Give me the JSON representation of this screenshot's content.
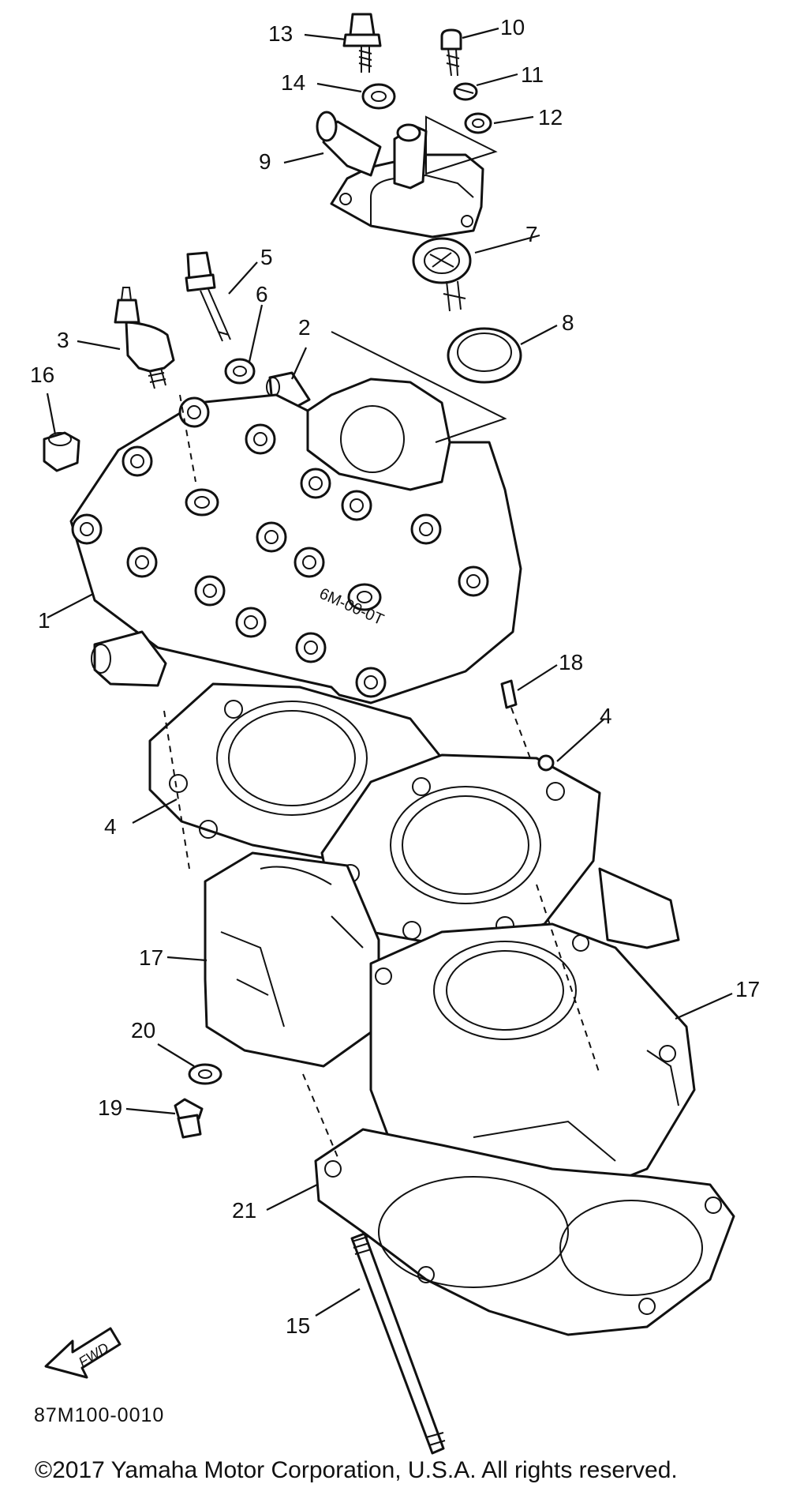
{
  "callouts": [
    "1",
    "2",
    "3",
    "4",
    "4",
    "5",
    "6",
    "7",
    "8",
    "9",
    "10",
    "11",
    "12",
    "13",
    "14",
    "15",
    "16",
    "17",
    "17",
    "18",
    "19",
    "20",
    "21"
  ],
  "head_stamp": "6M-00-0T",
  "fwd_label": "FWD",
  "diagram_code": "87M100-0010",
  "copyright": "©2017 Yamaha Motor Corporation, U.S.A. All rights reserved."
}
